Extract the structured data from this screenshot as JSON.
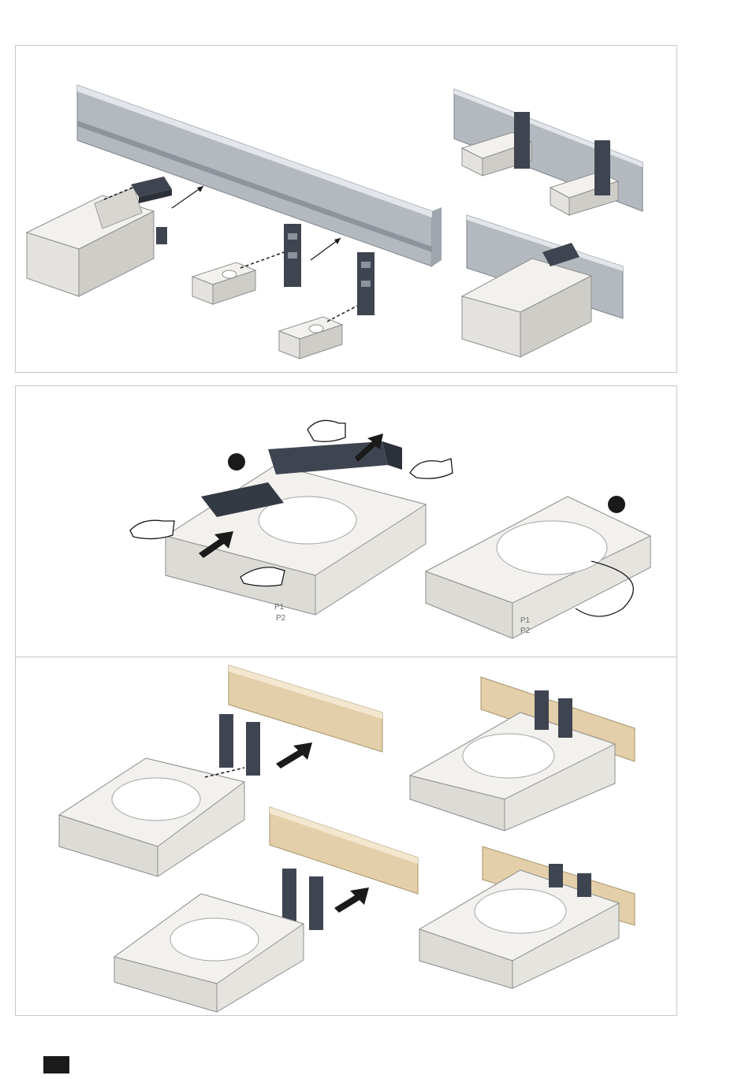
{
  "figure": {
    "panels": [
      {
        "id": "din-rail-mounting-clips"
      },
      {
        "id": "adapter-clip-change"
      },
      {
        "id": "din-rail-mounting-round"
      }
    ],
    "step_markers": [
      {
        "id": "marker-1"
      },
      {
        "id": "marker-2"
      }
    ],
    "terminal_labels": {
      "p1": "P1",
      "p2": "P2"
    }
  },
  "colors": {
    "rail_gray": "#b3b9bf",
    "rail_tan": "#e3cfa9",
    "clip": "#3f4550",
    "housing": "#dddbd6",
    "arrow": "#1a1a1a"
  }
}
